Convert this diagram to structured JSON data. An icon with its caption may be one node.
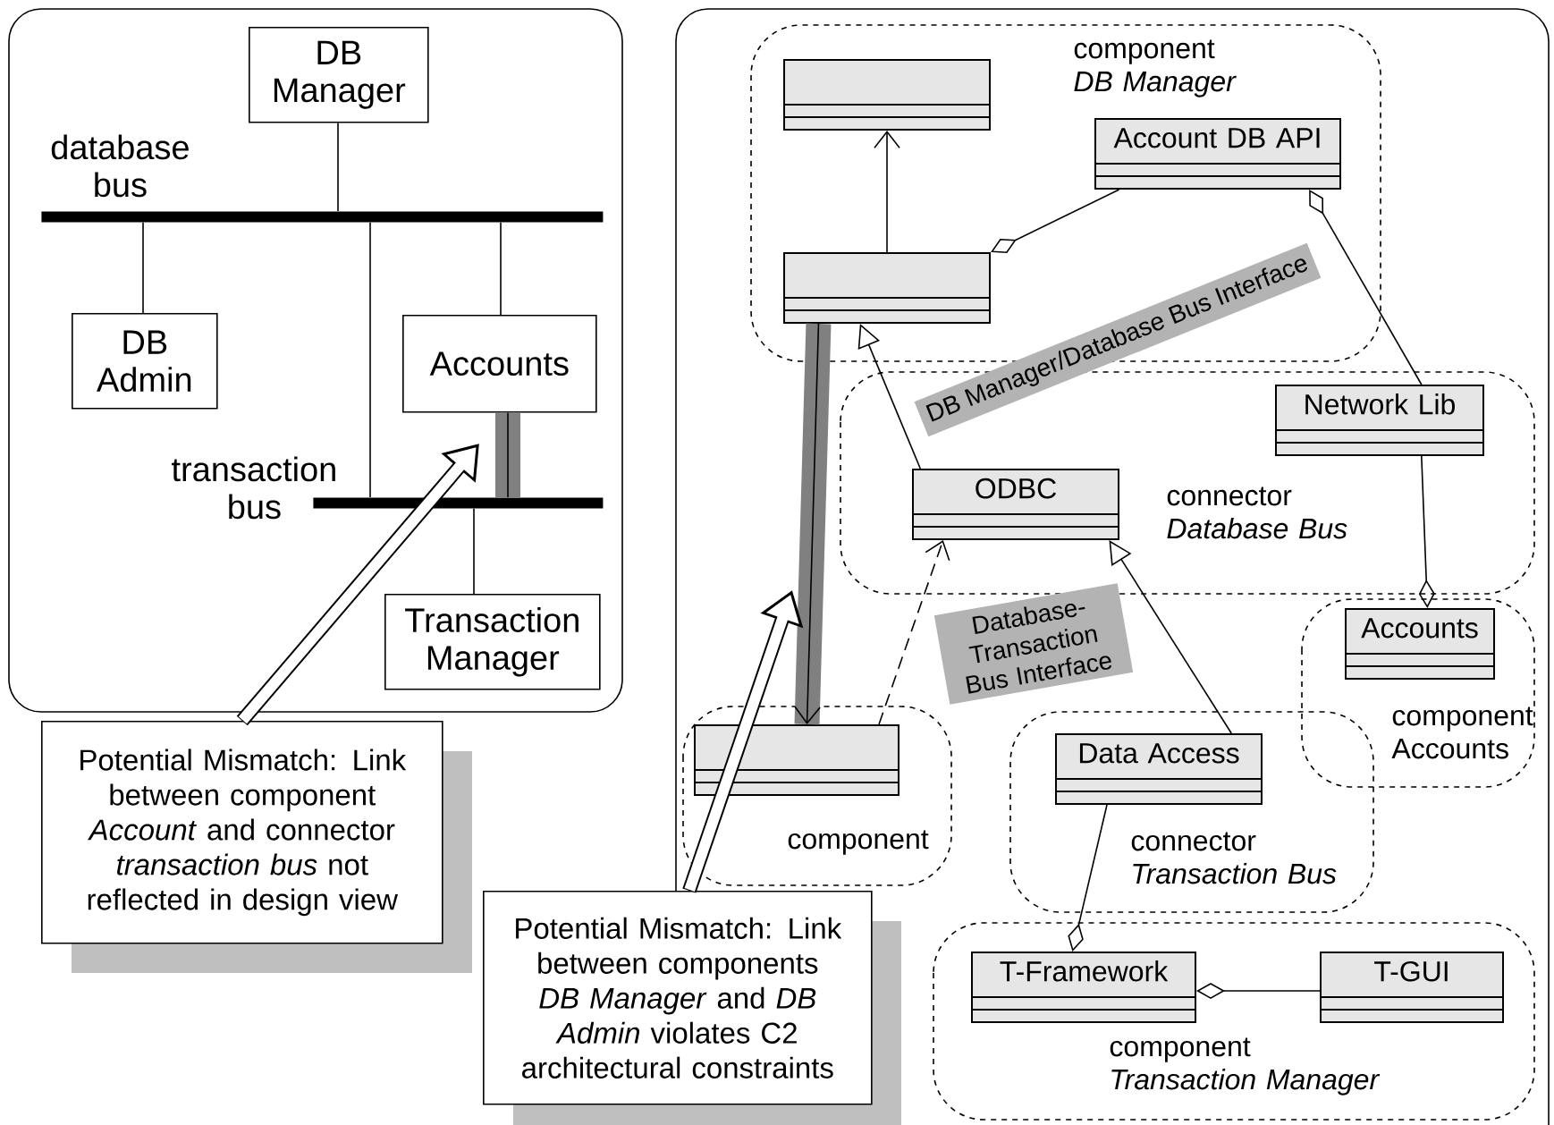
{
  "diagram": {
    "nodes": [
      {
        "text": [
          "DB Manager"
        ]
      },
      {
        "text": [
          "DB Admin"
        ]
      },
      {
        "text": [
          "Accounts"
        ]
      },
      {
        "text": [
          "Transaction Manager"
        ]
      },
      {
        "text": [
          "database bus"
        ]
      },
      {
        "text": [
          "transaction bus"
        ]
      },
      {
        "text": [
          "Potential Mismatch: Link between component *Account* and connector *transaction bus* not reflected in design view"
        ]
      },
      {
        "text": [
          "component *DB Manager*"
        ]
      },
      {
        "text": [],
        "shape": "box",
        "in": 7
      },
      {
        "text": [
          "Account DB API"
        ],
        "in": 7
      },
      {
        "text": [],
        "shape": "box",
        "in": 7
      },
      {
        "text": [
          "connector *Database Bus*"
        ]
      },
      {
        "text": [
          "Network Lib"
        ],
        "in": 11
      },
      {
        "text": [
          "ODBC"
        ],
        "in": 11
      },
      {
        "text": [
          "component Accounts"
        ]
      },
      {
        "text": [
          "Accounts"
        ],
        "in": 14
      },
      {
        "text": [
          "connector *Transaction Bus*"
        ]
      },
      {
        "text": [
          "Data Access"
        ],
        "in": 16
      },
      {
        "text": [
          "component"
        ]
      },
      {
        "text": [],
        "shape": "box",
        "in": 18
      },
      {
        "text": [
          "component *Transaction Manager*"
        ]
      },
      {
        "text": [
          "T-Framework"
        ],
        "in": 20
      },
      {
        "text": [
          "T-GUI"
        ],
        "in": 20
      },
      {
        "text": [
          "DB Manager/Database Bus Interface"
        ]
      },
      {
        "text": [
          "Database-Transaction Bus Interface"
        ]
      },
      {
        "text": [
          "Potential Mismatch: Link between components *DB Manager* and *DB Admin* violates C2 architectural constraints"
        ]
      }
    ],
    "edges": [
      {
        "from": 0,
        "to": 4,
        "arrow": "none"
      },
      {
        "from": 4,
        "to": 1,
        "arrow": "none"
      },
      {
        "from": 4,
        "to": 2,
        "arrow": "none"
      },
      {
        "from": 4,
        "to": 5,
        "arrow": "none"
      },
      {
        "from": 2,
        "to": 5,
        "arrow": "none",
        "style": "thick",
        "color": "#808080"
      },
      {
        "from": 5,
        "to": 3,
        "arrow": "none"
      },
      {
        "from": 6,
        "to": null,
        "arrow": "to",
        "style": "thick",
        "color": "#ffffff"
      },
      {
        "from": 10,
        "to": 8,
        "arrow": "to"
      },
      {
        "from": 10,
        "to": 9,
        "arrow": "other"
      },
      {
        "from": 9,
        "to": 12,
        "arrow": "other"
      },
      {
        "from": 15,
        "to": 12,
        "arrow": "other"
      },
      {
        "from": 13,
        "to": 10,
        "arrow": "to"
      },
      {
        "from": 19,
        "to": 13,
        "arrow": "to",
        "style": "dashed"
      },
      {
        "from": 10,
        "to": 19,
        "arrow": "to",
        "style": "thick",
        "color": "#808080"
      },
      {
        "from": 17,
        "to": 13,
        "arrow": "to"
      },
      {
        "from": 21,
        "to": 17,
        "arrow": "other"
      },
      {
        "from": 21,
        "to": 22,
        "arrow": "other"
      },
      {
        "from": 25,
        "to": null,
        "arrow": "to",
        "style": "thick",
        "color": "#ffffff"
      }
    ]
  }
}
